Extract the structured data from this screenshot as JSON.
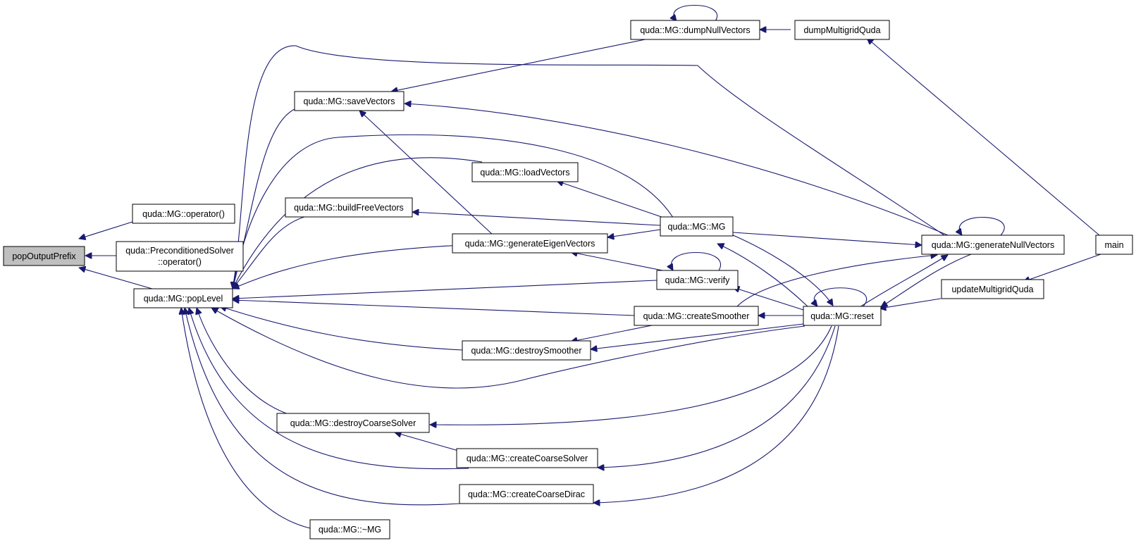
{
  "nodes": {
    "popOutputPrefix": {
      "lines": [
        "popOutputPrefix"
      ],
      "root": true
    },
    "mgOperator": {
      "lines": [
        "quda::MG::operator()"
      ]
    },
    "precondOperator": {
      "lines": [
        "quda::PreconditionedSolver",
        "::operator()"
      ]
    },
    "popLevel": {
      "lines": [
        "quda::MG::popLevel"
      ]
    },
    "saveVectors": {
      "lines": [
        "quda::MG::saveVectors"
      ]
    },
    "loadVectors": {
      "lines": [
        "quda::MG::loadVectors"
      ]
    },
    "buildFreeVectors": {
      "lines": [
        "quda::MG::buildFreeVectors"
      ]
    },
    "generateEigenVectors": {
      "lines": [
        "quda::MG::generateEigenVectors"
      ]
    },
    "destroySmoother": {
      "lines": [
        "quda::MG::destroySmoother"
      ]
    },
    "destroyCoarseSolver": {
      "lines": [
        "quda::MG::destroyCoarseSolver"
      ]
    },
    "createCoarseSolver": {
      "lines": [
        "quda::MG::createCoarseSolver"
      ]
    },
    "createCoarseDirac": {
      "lines": [
        "quda::MG::createCoarseDirac"
      ]
    },
    "tildeMG": {
      "lines": [
        "quda::MG::~MG"
      ]
    },
    "dumpNullVectors": {
      "lines": [
        "quda::MG::dumpNullVectors"
      ]
    },
    "mgMG": {
      "lines": [
        "quda::MG::MG"
      ]
    },
    "verify": {
      "lines": [
        "quda::MG::verify"
      ]
    },
    "createSmoother": {
      "lines": [
        "quda::MG::createSmoother"
      ]
    },
    "dumpMultigridQuda": {
      "lines": [
        "dumpMultigridQuda"
      ]
    },
    "reset": {
      "lines": [
        "quda::MG::reset"
      ]
    },
    "generateNullVectors": {
      "lines": [
        "quda::MG::generateNullVectors"
      ]
    },
    "updateMultigridQuda": {
      "lines": [
        "updateMultigridQuda"
      ]
    },
    "main": {
      "lines": [
        "main"
      ]
    }
  },
  "edges": [
    [
      "mgOperator",
      "popOutputPrefix"
    ],
    [
      "precondOperator",
      "popOutputPrefix"
    ],
    [
      "popLevel",
      "popOutputPrefix"
    ],
    [
      "saveVectors",
      "popLevel"
    ],
    [
      "loadVectors",
      "popLevel"
    ],
    [
      "buildFreeVectors",
      "popLevel"
    ],
    [
      "generateEigenVectors",
      "popLevel"
    ],
    [
      "destroySmoother",
      "popLevel"
    ],
    [
      "destroyCoarseSolver",
      "popLevel"
    ],
    [
      "createCoarseSolver",
      "popLevel"
    ],
    [
      "createCoarseDirac",
      "popLevel"
    ],
    [
      "tildeMG",
      "popLevel"
    ],
    [
      "mgMG",
      "popLevel"
    ],
    [
      "verify",
      "popLevel"
    ],
    [
      "createSmoother",
      "popLevel"
    ],
    [
      "reset",
      "popLevel"
    ],
    [
      "generateNullVectors",
      "popLevel"
    ],
    [
      "dumpNullVectors",
      "saveVectors"
    ],
    [
      "generateNullVectors",
      "saveVectors"
    ],
    [
      "generateEigenVectors",
      "saveVectors"
    ],
    [
      "mgMG",
      "loadVectors"
    ],
    [
      "mgMG",
      "buildFreeVectors"
    ],
    [
      "mgMG",
      "generateEigenVectors"
    ],
    [
      "verify",
      "generateEigenVectors"
    ],
    [
      "createSmoother",
      "destroySmoother"
    ],
    [
      "reset",
      "destroySmoother"
    ],
    [
      "reset",
      "destroyCoarseSolver"
    ],
    [
      "createCoarseSolver",
      "destroyCoarseSolver"
    ],
    [
      "reset",
      "createCoarseSolver"
    ],
    [
      "reset",
      "createCoarseDirac"
    ],
    [
      "dumpNullVectors",
      "dumpNullVectors"
    ],
    [
      "dumpMultigridQuda",
      "dumpNullVectors"
    ],
    [
      "reset",
      "mgMG"
    ],
    [
      "verify",
      "verify"
    ],
    [
      "reset",
      "verify"
    ],
    [
      "reset",
      "createSmoother"
    ],
    [
      "main",
      "dumpMultigridQuda"
    ],
    [
      "mgMG",
      "reset"
    ],
    [
      "reset",
      "reset"
    ],
    [
      "generateNullVectors",
      "reset"
    ],
    [
      "updateMultigridQuda",
      "reset"
    ],
    [
      "mgMG",
      "generateNullVectors"
    ],
    [
      "createSmoother",
      "generateNullVectors"
    ],
    [
      "generateNullVectors",
      "generateNullVectors"
    ],
    [
      "reset",
      "generateNullVectors"
    ],
    [
      "main",
      "updateMultigridQuda"
    ]
  ]
}
